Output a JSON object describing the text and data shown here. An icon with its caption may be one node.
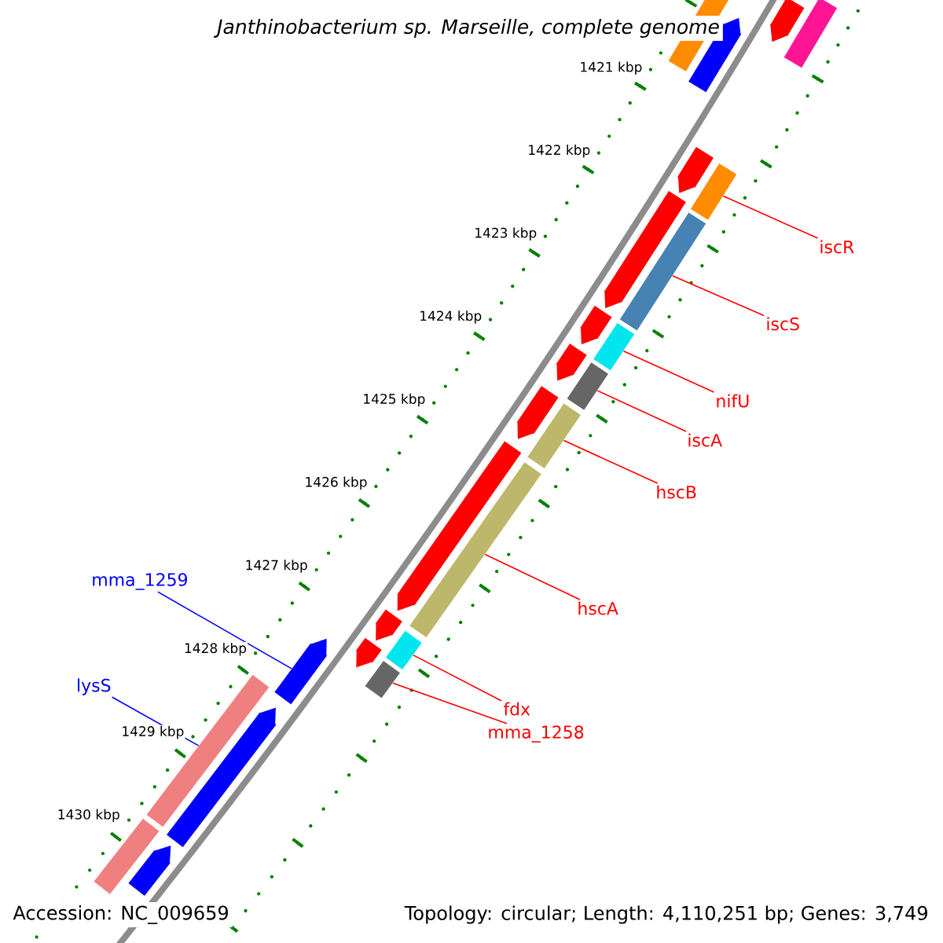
{
  "diagram": {
    "title": "Janthinobacterium sp. Marseille, complete genome",
    "nodes": [
      {
        "text": [
          "iscR"
        ]
      },
      {
        "text": [
          "iscS"
        ]
      },
      {
        "text": [
          "nifU"
        ]
      },
      {
        "text": [
          "iscA"
        ]
      },
      {
        "text": [
          "hscB"
        ]
      },
      {
        "text": [
          "mma_1259"
        ]
      },
      {
        "text": [
          "hscA"
        ]
      },
      {
        "text": [
          "lysS"
        ]
      },
      {
        "text": [
          "fdx"
        ]
      },
      {
        "text": [
          "mma_1258"
        ]
      },
      {
        "text": [],
        "shape": "bar"
      },
      {
        "text": [],
        "shape": "bar"
      },
      {
        "text": [],
        "shape": "bar"
      },
      {
        "text": [],
        "shape": "bar"
      },
      {
        "text": [],
        "shape": "bar"
      },
      {
        "text": [],
        "shape": "bar"
      },
      {
        "text": [],
        "shape": "bar"
      },
      {
        "text": [],
        "shape": "bar"
      },
      {
        "text": [],
        "shape": "bar"
      },
      {
        "text": [],
        "shape": "bar"
      },
      {
        "text": [],
        "shape": "bar"
      },
      {
        "text": [],
        "shape": "bar"
      },
      {
        "text": [],
        "shape": "bar"
      },
      {
        "text": [],
        "shape": "bar"
      },
      {
        "text": [],
        "shape": "bar"
      },
      {
        "text": [],
        "shape": "bar"
      },
      {
        "text": [],
        "shape": "bar"
      },
      {
        "text": [],
        "shape": "bar"
      },
      {
        "text": [],
        "shape": "bar"
      },
      {
        "text": [],
        "shape": "bar"
      },
      {
        "text": [],
        "shape": "bar"
      },
      {
        "text": [],
        "shape": "bar"
      },
      {
        "text": [],
        "shape": "bar"
      },
      {
        "text": [],
        "shape": "bar"
      },
      {
        "text": [],
        "shape": "bar"
      }
    ],
    "edges": [
      {
        "from": 0,
        "to": 10,
        "arrow": "none"
      },
      {
        "from": 1,
        "to": 11,
        "arrow": "none"
      },
      {
        "from": 2,
        "to": 12,
        "arrow": "none"
      },
      {
        "from": 3,
        "to": 13,
        "arrow": "none"
      },
      {
        "from": 4,
        "to": 14,
        "arrow": "none"
      },
      {
        "from": 5,
        "to": 15,
        "arrow": "none",
        "color": "#0000ff"
      },
      {
        "from": 6,
        "to": 16,
        "arrow": "none"
      },
      {
        "from": 7,
        "to": 17,
        "arrow": "none",
        "color": "#0000ff"
      },
      {
        "from": 8,
        "to": 18,
        "arrow": "none"
      },
      {
        "from": 9,
        "to": 19,
        "arrow": "none"
      }
    ],
    "labels": [
      "1421 kbp",
      "1422 kbp",
      "1423 kbp",
      "1424 kbp",
      "1425 kbp",
      "1426 kbp",
      "1427 kbp",
      "1428 kbp",
      "1429 kbp",
      "1430 kbp",
      "Accession: NC_009659",
      "Topology: circular; Length: 4,110,251 bp; Genes: 3,749"
    ]
  }
}
